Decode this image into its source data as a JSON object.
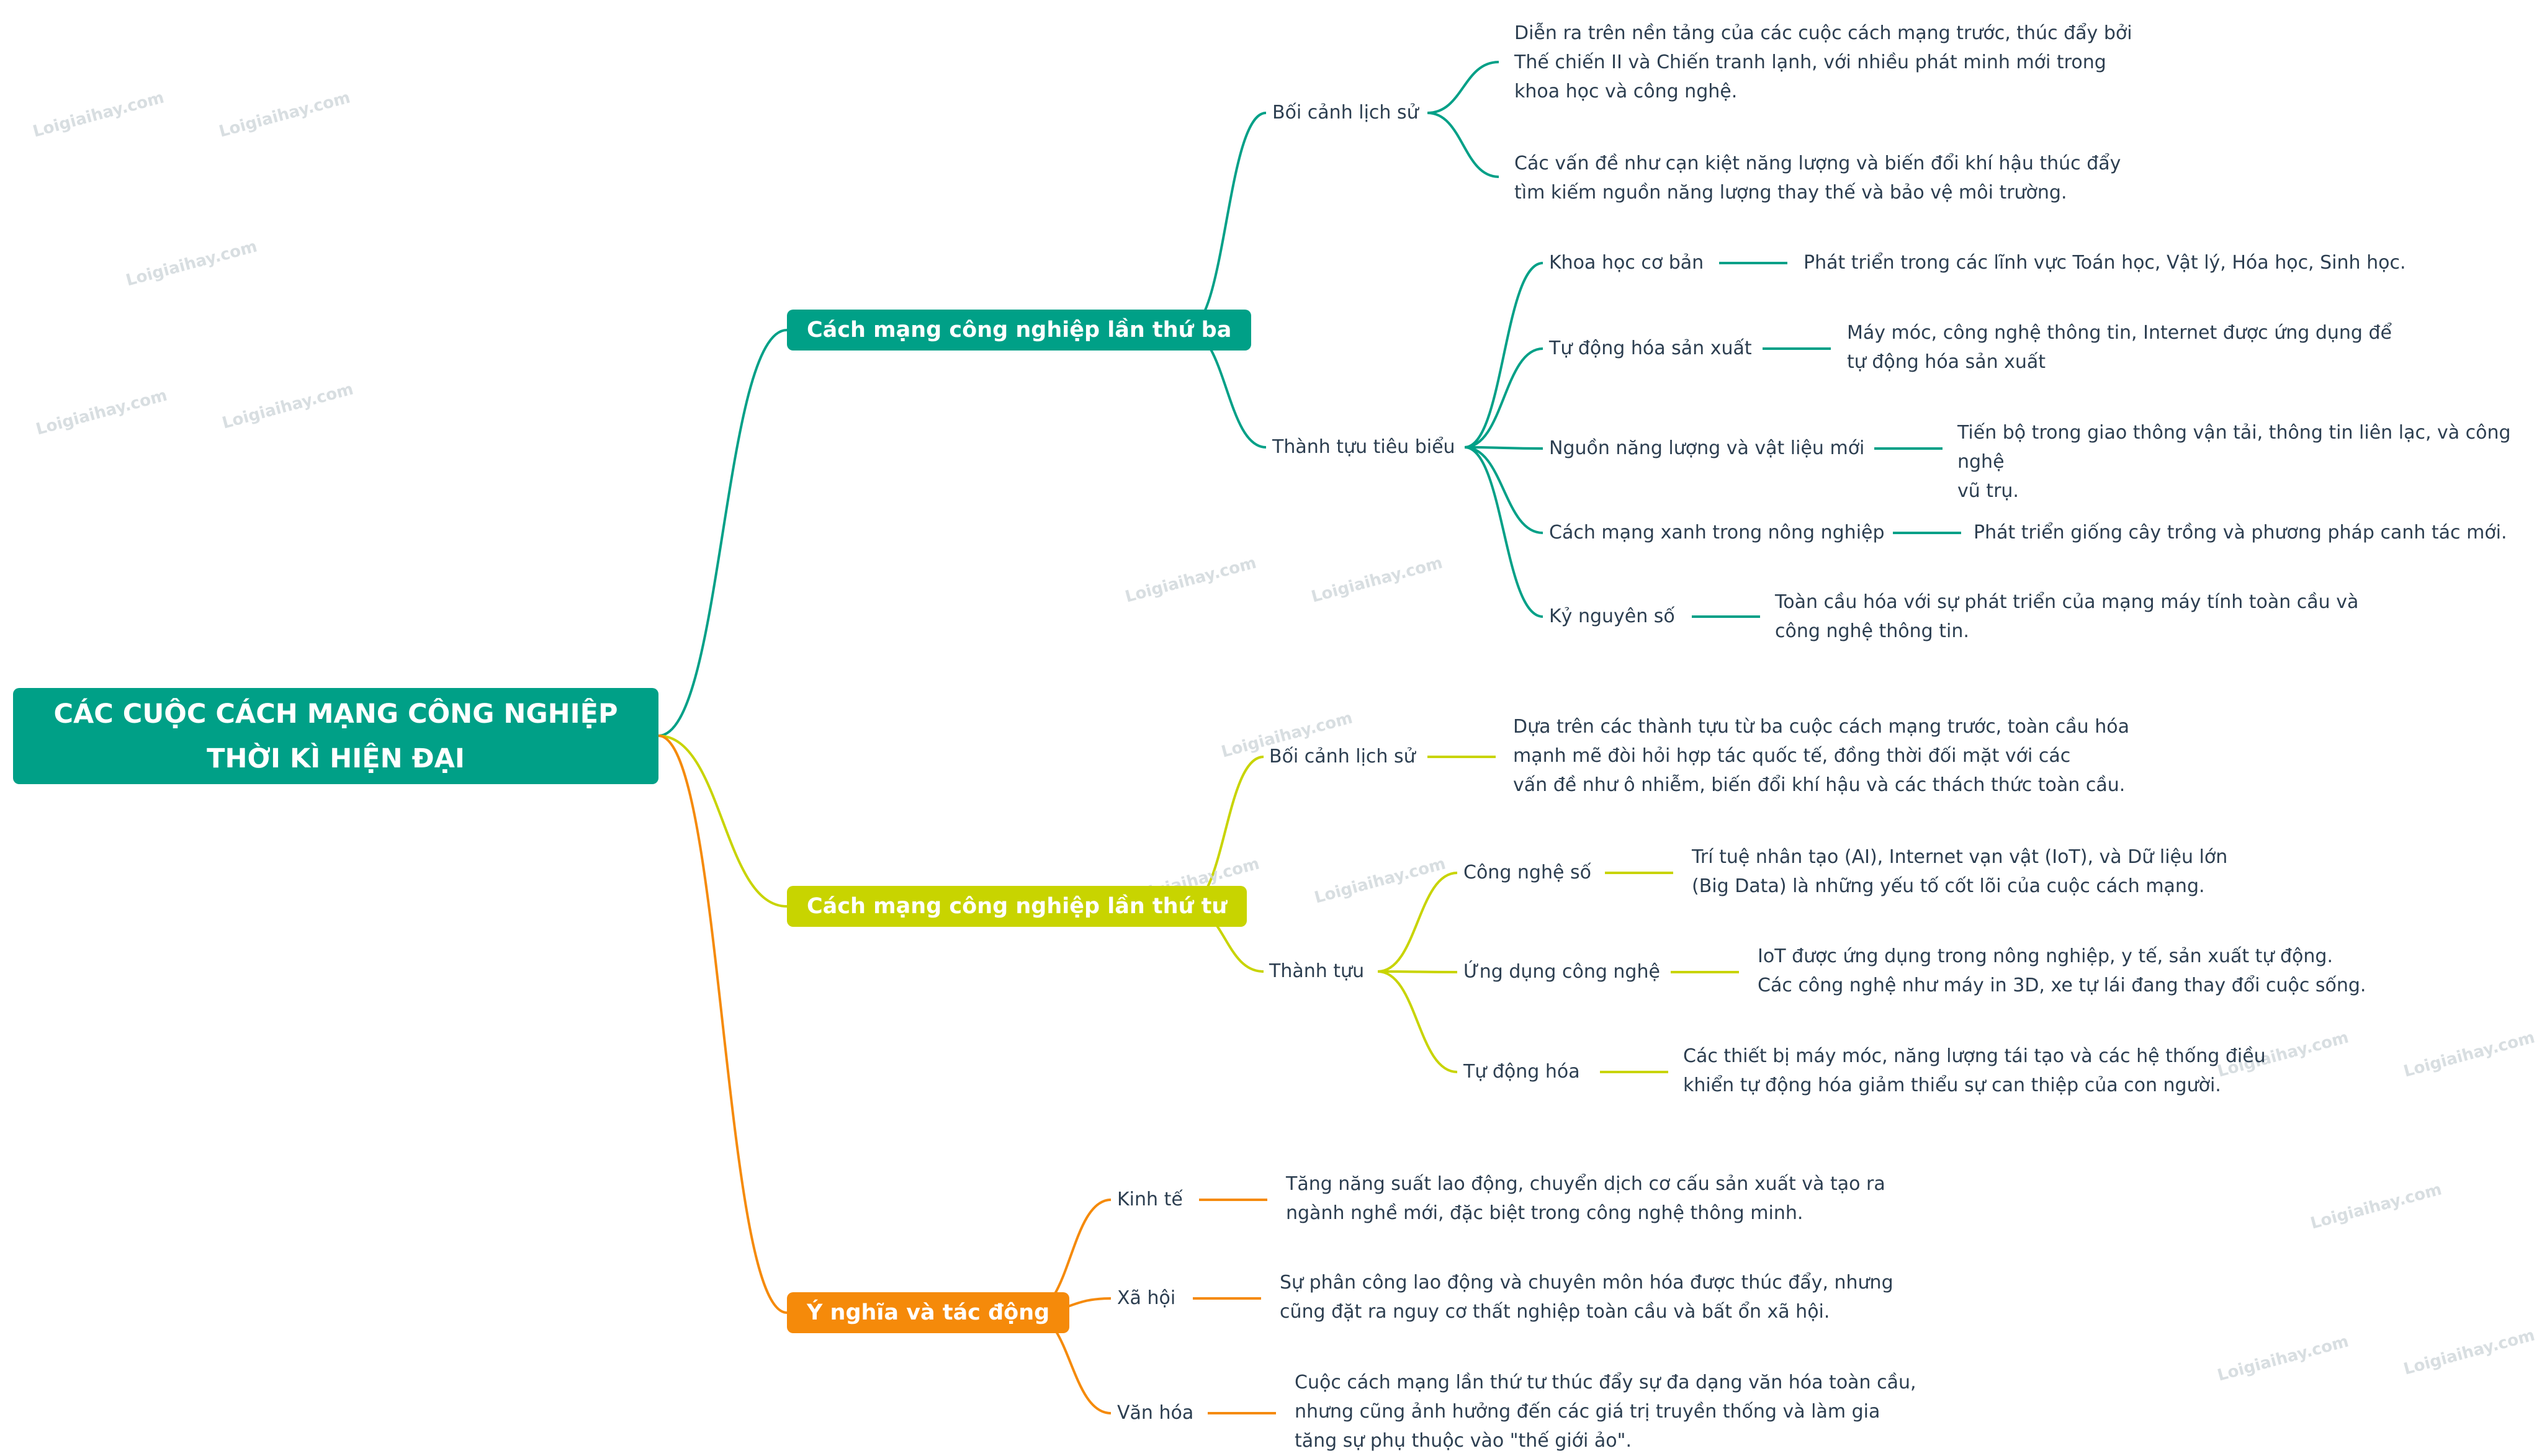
{
  "colors": {
    "teal": "#00a087",
    "lime": "#c8d400",
    "orange": "#f58a0a",
    "text": "#2c3e50"
  },
  "root": {
    "line1": "CÁC CUỘC CÁCH MẠNG CÔNG NGHIỆP",
    "line2": "THỜI KÌ HIỆN ĐẠI"
  },
  "branches": {
    "third": {
      "title": "Cách mạng công nghiệp lần thứ ba",
      "context": {
        "label": "Bối cảnh lịch sử",
        "item1": [
          "Diễn ra trên nền tảng của các cuộc cách mạng trước, thúc đẩy bởi",
          "Thế chiến II và Chiến tranh lạnh, với nhiều phát minh mới trong",
          "khoa học và công nghệ."
        ],
        "item2": [
          "Các vấn đề như cạn kiệt năng lượng và biến đổi khí hậu thúc đẩy",
          "tìm kiếm nguồn năng lượng thay thế và bảo vệ môi trường."
        ]
      },
      "achievements": {
        "label": "Thành tựu tiêu biểu",
        "items": [
          {
            "label": "Khoa học cơ bản",
            "text": [
              "Phát triển trong các lĩnh vực Toán học, Vật lý, Hóa học, Sinh học."
            ]
          },
          {
            "label": "Tự động hóa sản xuất",
            "text": [
              "Máy móc, công nghệ thông tin, Internet được ứng dụng để",
              "tự động hóa sản xuất"
            ]
          },
          {
            "label": "Nguồn năng lượng và vật liệu mới",
            "text": [
              "Tiến bộ trong giao thông vận tải, thông tin liên lạc, và công nghệ",
              "vũ trụ."
            ]
          },
          {
            "label": "Cách mạng xanh trong nông nghiệp",
            "text": [
              "Phát triển giống cây trồng và phương pháp canh tác mới."
            ]
          },
          {
            "label": "Kỷ nguyên số",
            "text": [
              "Toàn cầu hóa với sự phát triển của mạng máy tính toàn cầu và",
              "công nghệ thông tin."
            ]
          }
        ]
      }
    },
    "fourth": {
      "title": "Cách mạng công nghiệp lần thứ tư",
      "context": {
        "label": "Bối cảnh lịch sử",
        "text": [
          "Dựa trên các thành tựu từ ba cuộc cách mạng trước, toàn cầu hóa",
          "mạnh mẽ đòi hỏi hợp tác quốc tế, đồng thời đối mặt với các",
          "vấn đề như ô nhiễm, biến đổi khí hậu và các thách thức toàn cầu."
        ]
      },
      "achievements": {
        "label": "Thành tựu",
        "items": [
          {
            "label": "Công nghệ số",
            "text": [
              "Trí tuệ nhân tạo (AI), Internet vạn vật (IoT), và Dữ liệu lớn",
              "(Big Data) là những yếu tố cốt lõi của cuộc cách mạng."
            ]
          },
          {
            "label": "Ứng dụng công nghệ",
            "text": [
              "IoT được ứng dụng trong nông nghiệp, y tế, sản xuất tự động.",
              "Các công nghệ như máy in 3D, xe tự lái đang thay đổi cuộc sống."
            ]
          },
          {
            "label": "Tự động hóa",
            "text": [
              "Các thiết bị máy móc, năng lượng tái tạo và các hệ thống điều",
              "khiển tự động hóa giảm thiểu sự can thiệp của con người."
            ]
          }
        ]
      }
    },
    "impact": {
      "title": "Ý nghĩa và tác động",
      "items": [
        {
          "label": "Kinh tế",
          "text": [
            "Tăng năng suất lao động, chuyển dịch cơ cấu sản xuất và tạo ra",
            "ngành nghề mới, đặc biệt trong công nghệ thông minh."
          ]
        },
        {
          "label": "Xã hội",
          "text": [
            "Sự phân công lao động và chuyên môn hóa được thúc đẩy, nhưng",
            "cũng đặt ra nguy cơ thất nghiệp toàn cầu và bất ổn xã hội."
          ]
        },
        {
          "label": "Văn hóa",
          "text": [
            "Cuộc cách mạng lần thứ tư thúc đẩy sự đa dạng văn hóa toàn cầu,",
            "nhưng cũng ảnh hưởng đến các giá trị truyền thống và làm gia",
            "tăng sự phụ thuộc vào \"thế giới ảo\"."
          ]
        }
      ]
    }
  },
  "watermark": "Loigiaihay.com"
}
